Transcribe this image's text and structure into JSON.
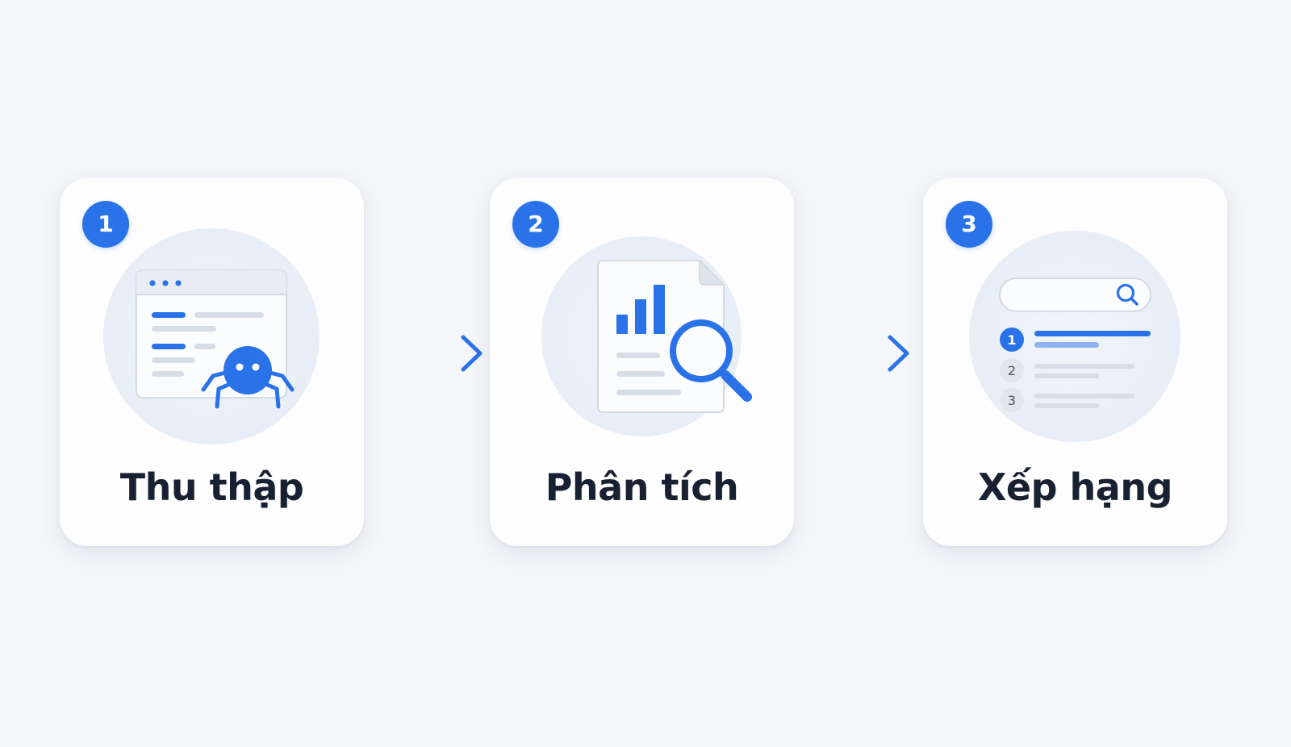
{
  "colors": {
    "accent": "#2a72e8",
    "accent_light": "#8fb3f0",
    "background": "#f4f6f9",
    "card": "#fdfdfe",
    "halo": "#ebf0f8",
    "muted_line": "#d7dde6",
    "title_text": "#182132"
  },
  "steps": [
    {
      "number": "1",
      "title": "Thu thập",
      "icon": "web-crawler-spider-icon"
    },
    {
      "number": "2",
      "title": "Phân tích",
      "icon": "document-analysis-magnifier-icon"
    },
    {
      "number": "3",
      "title": "Xếp hạng",
      "icon": "search-ranking-icon"
    }
  ],
  "ranking": {
    "positions": [
      "1",
      "2",
      "3"
    ]
  },
  "connectors": [
    {
      "from": "1",
      "to": "2",
      "icon": "arrow-right-icon"
    },
    {
      "from": "2",
      "to": "3",
      "icon": "arrow-right-icon"
    }
  ]
}
